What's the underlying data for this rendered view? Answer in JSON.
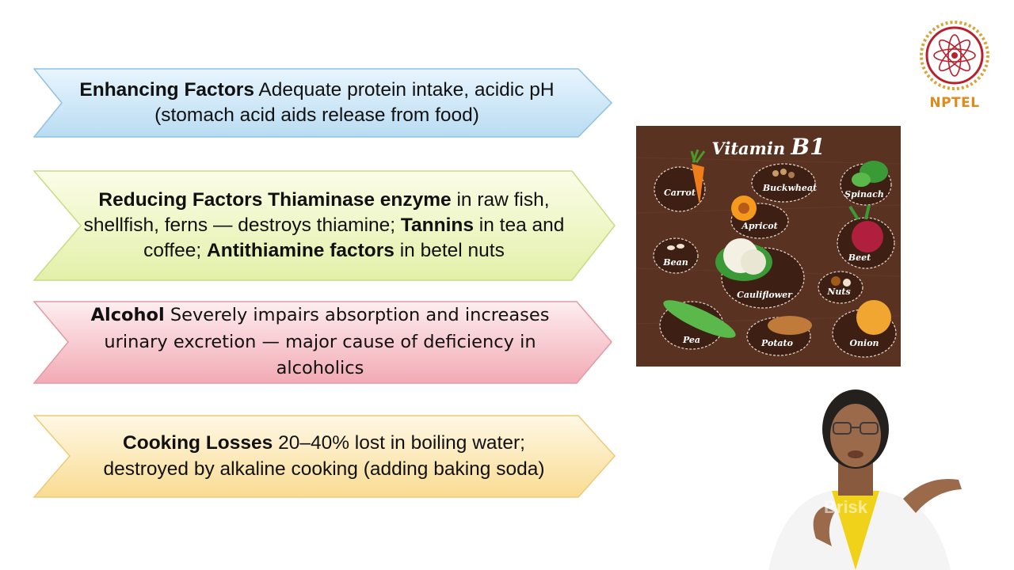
{
  "slide": {
    "items": [
      {
        "title": "Enhancing Factors",
        "body": " Adequate protein intake, acidic pH (stomach acid aids release from food)"
      },
      {
        "title": "Reducing Factors",
        "b1": "Thiaminase enzyme",
        "t1": " in raw fish, shellfish, ferns — destroys thiamine; ",
        "b2": "Tannins",
        "t2": " in tea and coffee; ",
        "b3": "Antithiamine factors",
        "t3": " in betel nuts"
      },
      {
        "title": "Alcohol",
        "body": " Severely impairs absorption and increases urinary excretion — major cause of deficiency in alcoholics"
      },
      {
        "title": "Cooking Losses",
        "body": " 20–40% lost in boiling water; destroyed by alkaline cooking (adding baking soda)"
      }
    ]
  },
  "logo": {
    "text": "NPTEL",
    "color": "#e08a1a"
  },
  "vitamin_panel": {
    "title_prefix": "Vitamin ",
    "title_main": "B1",
    "foods": [
      "Carrot",
      "Buckwheat",
      "Spinach",
      "Apricot",
      "Beet",
      "Bean",
      "Cauliflower",
      "Nuts",
      "Pea",
      "Potato",
      "Onion"
    ],
    "background": "#5a3222"
  },
  "video": {
    "watermark": "Brisk"
  },
  "colors": {
    "chevron1": "#cfe8f8",
    "chevron2": "#eef6c8",
    "chevron3": "#f7c9cf",
    "chevron4": "#fbe7b0"
  }
}
